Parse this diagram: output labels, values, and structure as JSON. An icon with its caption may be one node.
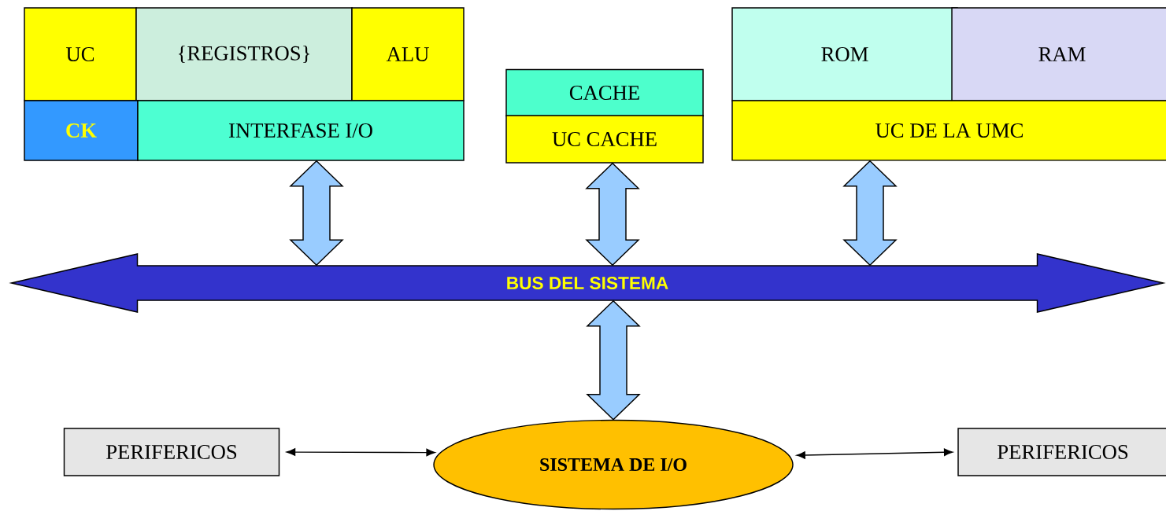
{
  "diagram": {
    "nodes": [
      {
        "text": [
          "UC"
        ]
      },
      {
        "text": [
          "{REGISTROS}"
        ]
      },
      {
        "text": [
          "ALU"
        ]
      },
      {
        "text": [
          "CK"
        ]
      },
      {
        "text": [
          "INTERFASE I/O"
        ]
      },
      {
        "text": [
          "CACHE"
        ]
      },
      {
        "text": [
          "UC CACHE"
        ]
      },
      {
        "text": [
          "ROM"
        ]
      },
      {
        "text": [
          "RAM"
        ]
      },
      {
        "text": [
          "UC DE LA UMC"
        ]
      },
      {
        "text": [
          "BUS DEL SISTEMA"
        ]
      },
      {
        "text": [
          "SISTEMA DE I/O"
        ]
      },
      {
        "text": [
          "PERIFERICOS"
        ]
      },
      {
        "text": [
          "PERIFERICOS"
        ]
      }
    ],
    "edges": [
      {
        "from": 4,
        "to": 10,
        "arrow": "both",
        "style": "thick"
      },
      {
        "from": 6,
        "to": 10,
        "arrow": "both",
        "style": "thick"
      },
      {
        "from": 9,
        "to": 10,
        "arrow": "both",
        "style": "thick"
      },
      {
        "from": 10,
        "to": 11,
        "arrow": "both",
        "style": "thick"
      },
      {
        "from": 12,
        "to": 11,
        "arrow": "both"
      },
      {
        "from": 11,
        "to": 13,
        "arrow": "both"
      }
    ]
  }
}
